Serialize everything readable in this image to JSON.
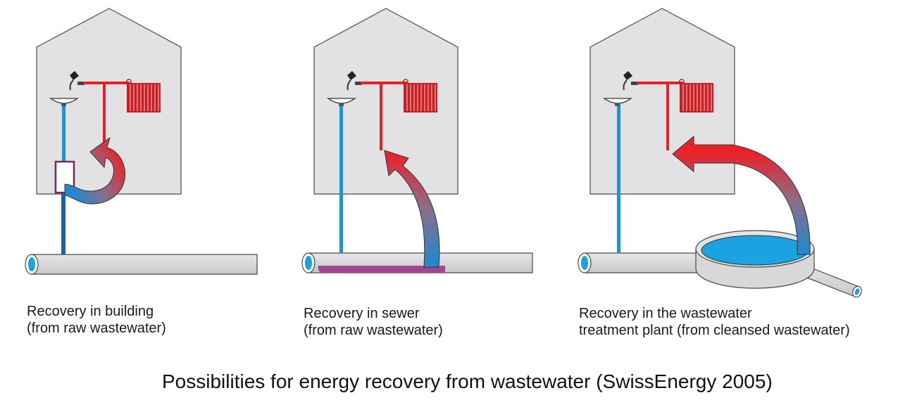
{
  "panels": [
    {
      "line1": "Recovery in building",
      "line2": "(from raw wastewater)"
    },
    {
      "line1": "Recovery in sewer",
      "line2": "(from raw wastewater)"
    },
    {
      "line1": "Recovery in the wastewater",
      "line2": "treatment plant (from cleansed wastewater)"
    }
  ],
  "title": "Possibilities for energy recovery from wastewater (SwissEnergy 2005)",
  "colors": {
    "house": "#e2e2e5",
    "hot_pipe": "#e8202a",
    "cold_pipe": "#2a8fd0",
    "sewer_pipe": "#d3d3d5",
    "heat_exchanger": "#a0458f",
    "pond_water": "#1aa3e0"
  }
}
